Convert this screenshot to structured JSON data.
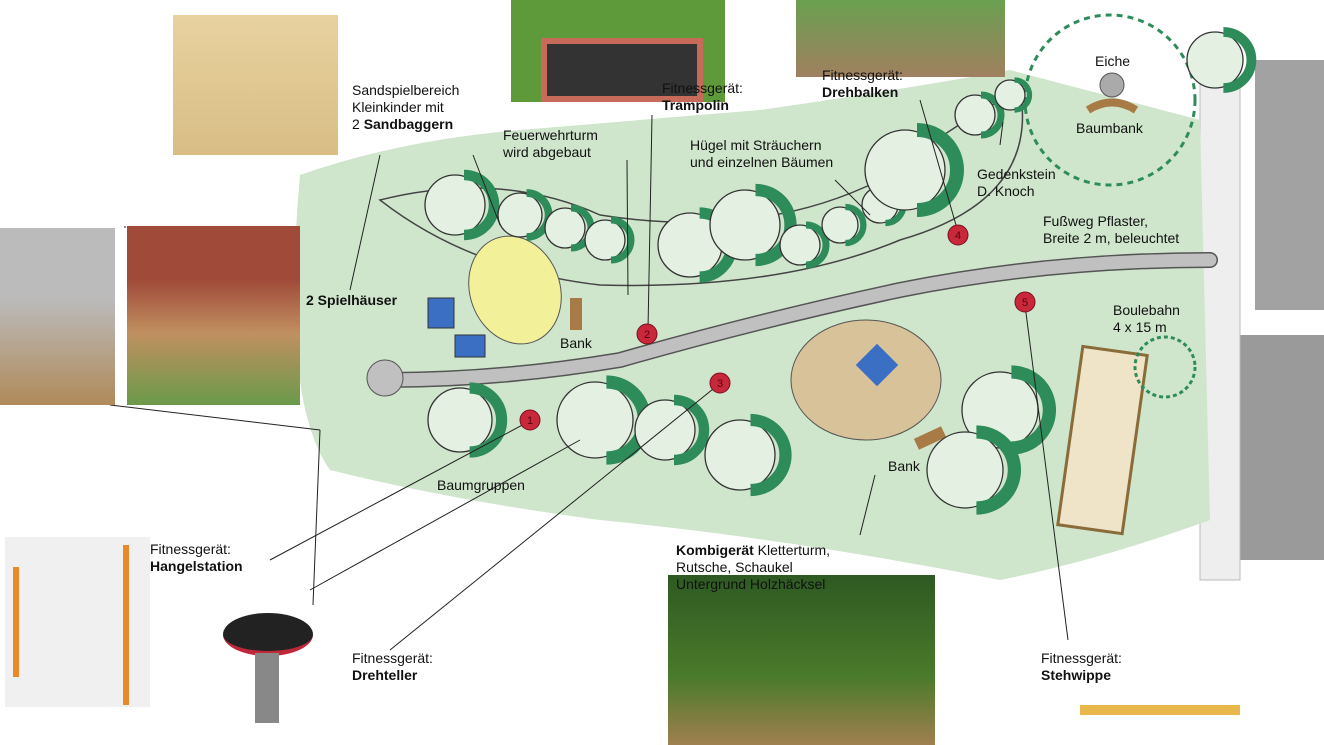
{
  "labels": {
    "sand_l1": "Sandspielbereich",
    "sand_l2": "Kleinkinder mit",
    "sand_l3a": "2 ",
    "sand_l3b": "Sandbaggern",
    "fw_l1": "Feuerwehrturm",
    "fw_l2": "wird abgebaut",
    "tramp_l1": "Fitnessgerät:",
    "tramp_l2": "Trampolin",
    "dreh_l1": "Fitnessgerät:",
    "dreh_l2": "Drehbalken",
    "huegel_l1": "Hügel mit Sträuchern",
    "huegel_l2": "und einzelnen Bäumen",
    "eiche": "Eiche",
    "baumbank": "Baumbank",
    "gedenk_l1": "Gedenkstein",
    "gedenk_l2": "D. Knoch",
    "fuss_l1": "Fußweg Pflaster,",
    "fuss_l2": "Breite 2 m, beleuchtet",
    "spielhaeuser": "2 Spielhäuser",
    "bank1": "Bank",
    "bank2": "Bank",
    "boule_l1": "Boulebahn",
    "boule_l2": "4 x 15 m",
    "baumgruppen": "Baumgruppen",
    "hangel_l1": "Fitnessgerät:",
    "hangel_l2": "Hangelstation",
    "drehteller_l1": "Fitnessgerät:",
    "drehteller_l2": "Drehteller",
    "kombi_l1a": "Kombigerät",
    "kombi_l1b": " Kletterturm,",
    "kombi_l2": "Rutsche, Schaukel",
    "kombi_l3": "Untergrund Holzhäcksel",
    "steh_l1": "Fitnessgerät:",
    "steh_l2": "Stehwippe"
  },
  "markers": [
    "1",
    "2",
    "3",
    "4",
    "5"
  ],
  "colors": {
    "lawn": "#cfe6cc",
    "tree": "#2e8b5a",
    "path": "#b9b9b9",
    "sand": "#f3f09a",
    "wood": "#d8c29a",
    "marker": "#c8283a",
    "building": "#9a9a9a"
  }
}
